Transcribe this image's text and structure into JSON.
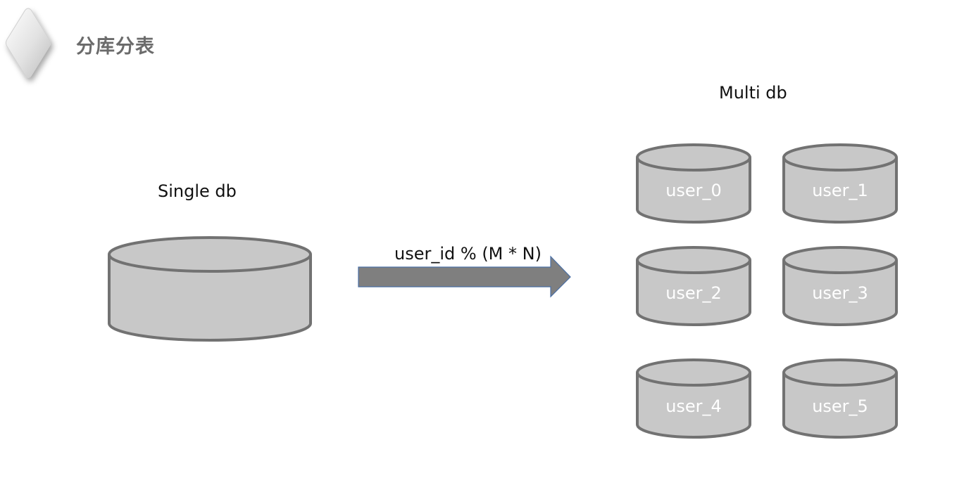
{
  "title": "分库分表",
  "single_db": {
    "label": "Single db"
  },
  "arrow": {
    "label": "user_id %  (M * N)"
  },
  "multi_db": {
    "label": "Multi db",
    "shards": [
      "user_0",
      "user_1",
      "user_2",
      "user_3",
      "user_4",
      "user_5"
    ]
  },
  "colors": {
    "cylinder_fill": "#c8c8c8",
    "cylinder_stroke": "#727272",
    "arrow_fill": "#7f7f7f",
    "arrow_stroke": "#4a6fa5",
    "title": "#6b6b6b"
  },
  "icons": {
    "title_marker": "diamond-icon"
  }
}
